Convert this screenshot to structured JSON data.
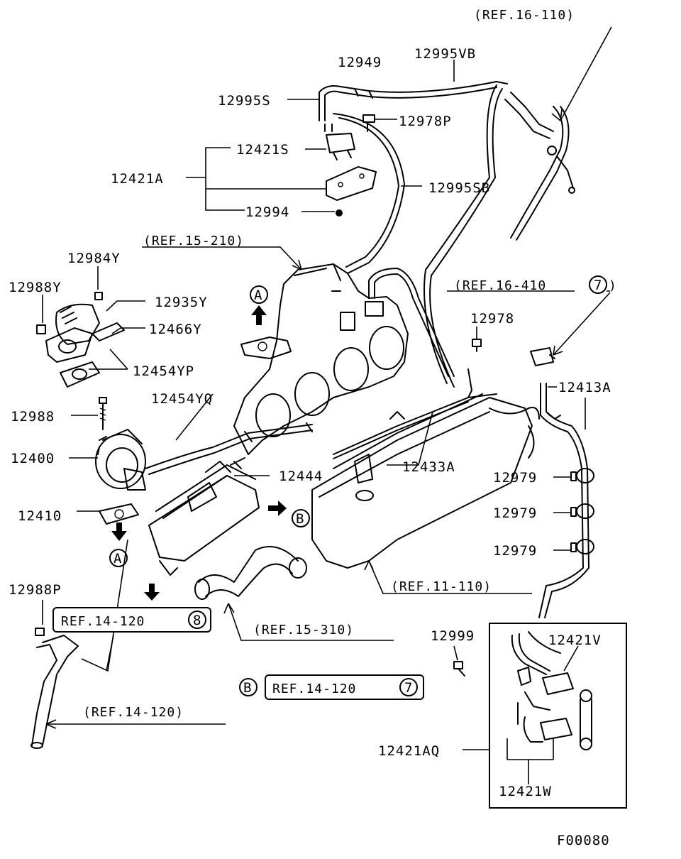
{
  "figure_code": "F00080",
  "labels": {
    "ref_16_110": "(REF.16-110)",
    "p12949": "12949",
    "p12995VB": "12995VB",
    "p12995S": "12995S",
    "p12978P": "12978P",
    "p12421S": "12421S",
    "p12421A": "12421A",
    "p12995SB": "12995SB",
    "p12994": "12994",
    "ref_15_210": "(REF.15-210)",
    "p12984Y": "12984Y",
    "p12988Y": "12988Y",
    "p12935Y": "12935Y",
    "p12466Y": "12466Y",
    "ref_16_410": "(REF.16-410",
    "ref_16_410_num": "7",
    "p12978": "12978",
    "p12454YP": "12454YP",
    "p12413A": "12413A",
    "p12454YQ": "12454YQ",
    "p12988": "12988",
    "p12400": "12400",
    "p12444": "12444",
    "p12433A": "12433A",
    "p12979_a": "12979",
    "p12979_b": "12979",
    "p12979_c": "12979",
    "p12410": "12410",
    "marker_a": "A",
    "marker_b": "B",
    "ref_11_110": "(REF.11-110)",
    "p12988P": "12988P",
    "ref_14_120_box8": "REF.14-120",
    "ref_14_120_box8_num": "8",
    "ref_15_310": "(REF.15-310)",
    "p12999": "12999",
    "p12421V": "12421V",
    "ref_14_120_box7": "REF.14-120",
    "ref_14_120_box7_num": "7",
    "ref_14_120": "(REF.14-120)",
    "p12421AQ": "12421AQ",
    "p12421W": "12421W"
  }
}
